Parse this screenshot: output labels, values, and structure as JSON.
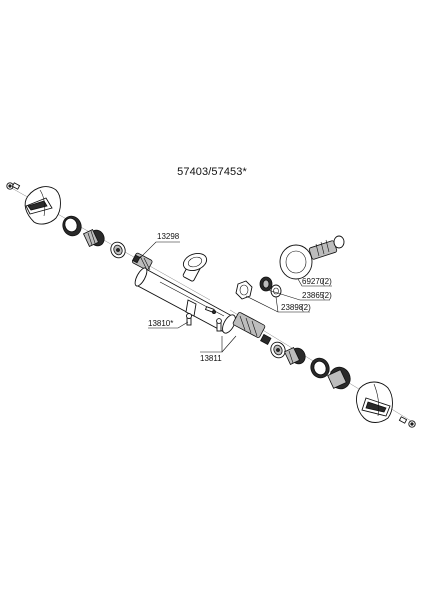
{
  "title": "57403/57453*",
  "part_labels": {
    "p13298": "13298",
    "p69270": "69270",
    "p69270_qty": "(2)",
    "p23865": "23865",
    "p23865_qty": "(2)",
    "p23898": "23898",
    "p23898_qty": "(2)",
    "p13810": "13810*",
    "p13811": "13811"
  }
}
